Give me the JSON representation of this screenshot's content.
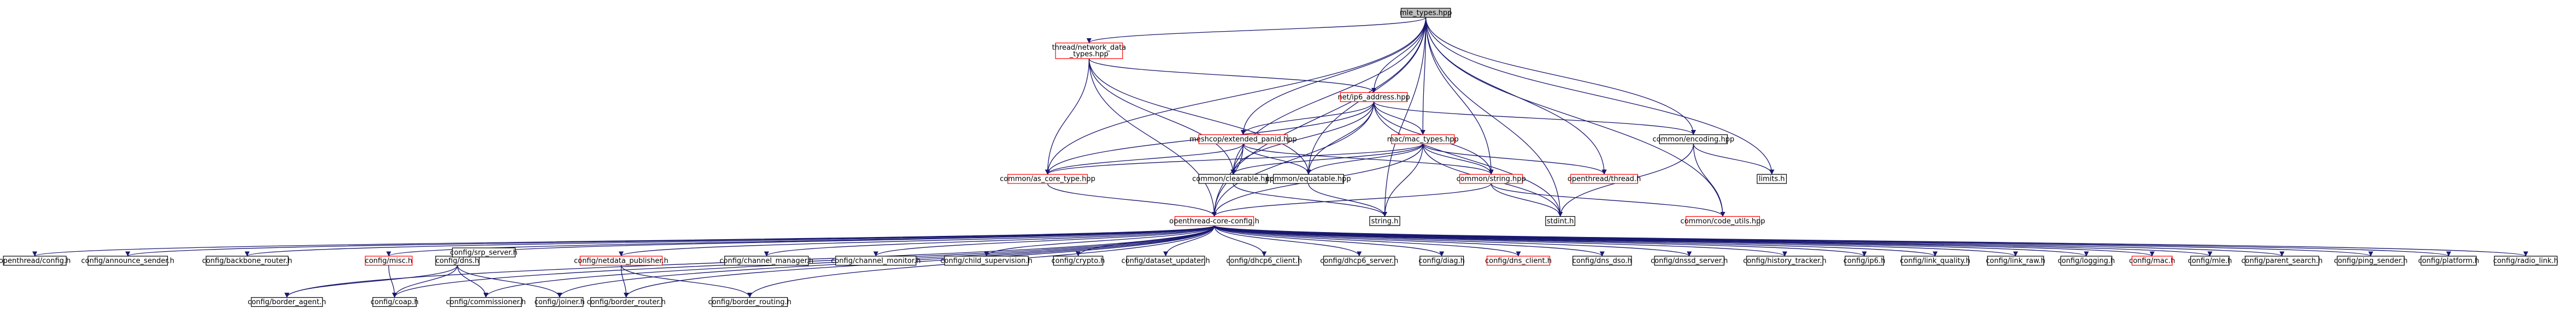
{
  "colors": {
    "edge": "#191970",
    "node_border": "#000000",
    "missing_border": "#ff0000",
    "root_fill": "#bfbfbf",
    "node_fill": "#ffffff"
  },
  "nodes": [
    {
      "id": "mle_types",
      "label": "mle_types.hpp",
      "style": "root"
    },
    {
      "id": "thread_network_data_types",
      "label": "thread/network_data\n_types.hpp",
      "style": "missing"
    },
    {
      "id": "net_ip6_address",
      "label": "net/ip6_address.hpp",
      "style": "missing"
    },
    {
      "id": "meshcop_extended_panid",
      "label": "meshcop/extended_panid.hpp",
      "style": "missing"
    },
    {
      "id": "mac_mac_types",
      "label": "mac/mac_types.hpp",
      "style": "missing"
    },
    {
      "id": "common_encoding",
      "label": "common/encoding.hpp",
      "style": "normal"
    },
    {
      "id": "common_as_core_type",
      "label": "common/as_core_type.hpp",
      "style": "missing"
    },
    {
      "id": "common_clearable",
      "label": "common/clearable.hpp",
      "style": "normal"
    },
    {
      "id": "common_equatable",
      "label": "common/equatable.hpp",
      "style": "normal"
    },
    {
      "id": "common_string",
      "label": "common/string.hpp",
      "style": "missing"
    },
    {
      "id": "openthread_thread",
      "label": "openthread/thread.h",
      "style": "missing"
    },
    {
      "id": "limits_h",
      "label": "limits.h",
      "style": "normal"
    },
    {
      "id": "openthread_core_config",
      "label": "openthread-core-config.h",
      "style": "missing"
    },
    {
      "id": "string_h",
      "label": "string.h",
      "style": "normal"
    },
    {
      "id": "stdint_h",
      "label": "stdint.h",
      "style": "normal"
    },
    {
      "id": "common_code_utils",
      "label": "common/code_utils.hpp",
      "style": "missing"
    },
    {
      "id": "openthread_config",
      "label": "openthread/config.h",
      "style": "normal"
    },
    {
      "id": "config_announce_sender",
      "label": "config/announce_sender.h",
      "style": "normal"
    },
    {
      "id": "config_backbone_router",
      "label": "config/backbone_router.h",
      "style": "normal"
    },
    {
      "id": "config_misc",
      "label": "config/misc.h",
      "style": "missing"
    },
    {
      "id": "config_dns",
      "label": "config/dns.h",
      "style": "normal"
    },
    {
      "id": "config_netdata_publisher",
      "label": "config/netdata_publisher.h",
      "style": "missing"
    },
    {
      "id": "config_channel_manager",
      "label": "config/channel_manager.h",
      "style": "normal"
    },
    {
      "id": "config_channel_monitor",
      "label": "config/channel_monitor.h",
      "style": "normal"
    },
    {
      "id": "config_child_supervision",
      "label": "config/child_supervision.h",
      "style": "normal"
    },
    {
      "id": "config_crypto",
      "label": "config/crypto.h",
      "style": "normal"
    },
    {
      "id": "config_dataset_updater",
      "label": "config/dataset_updater.h",
      "style": "normal"
    },
    {
      "id": "config_dhcp6_client",
      "label": "config/dhcp6_client.h",
      "style": "normal"
    },
    {
      "id": "config_dhcp6_server",
      "label": "config/dhcp6_server.h",
      "style": "normal"
    },
    {
      "id": "config_diag",
      "label": "config/diag.h",
      "style": "normal"
    },
    {
      "id": "config_dns_client",
      "label": "config/dns_client.h",
      "style": "missing"
    },
    {
      "id": "config_dns_dso",
      "label": "config/dns_dso.h",
      "style": "normal"
    },
    {
      "id": "config_dnssd_server",
      "label": "config/dnssd_server.h",
      "style": "normal"
    },
    {
      "id": "config_history_tracker",
      "label": "config/history_tracker.h",
      "style": "normal"
    },
    {
      "id": "config_ip6",
      "label": "config/ip6.h",
      "style": "normal"
    },
    {
      "id": "config_link_quality",
      "label": "config/link_quality.h",
      "style": "normal"
    },
    {
      "id": "config_link_raw",
      "label": "config/link_raw.h",
      "style": "normal"
    },
    {
      "id": "config_logging",
      "label": "config/logging.h",
      "style": "normal"
    },
    {
      "id": "config_mac",
      "label": "config/mac.h",
      "style": "missing"
    },
    {
      "id": "config_mle",
      "label": "config/mle.h",
      "style": "normal"
    },
    {
      "id": "config_parent_search",
      "label": "config/parent_search.h",
      "style": "normal"
    },
    {
      "id": "config_ping_sender",
      "label": "config/ping_sender.h",
      "style": "normal"
    },
    {
      "id": "config_platform",
      "label": "config/platform.h",
      "style": "normal"
    },
    {
      "id": "config_radio_link",
      "label": "config/radio_link.h",
      "style": "normal"
    },
    {
      "id": "config_border_agent",
      "label": "config/border_agent.h",
      "style": "normal"
    },
    {
      "id": "config_coap",
      "label": "config/coap.h",
      "style": "normal"
    },
    {
      "id": "config_commissioner",
      "label": "config/commissioner.h",
      "style": "normal"
    },
    {
      "id": "config_joiner",
      "label": "config/joiner.h",
      "style": "normal"
    },
    {
      "id": "config_srp_server",
      "label": "config/srp_server.h",
      "style": "normal"
    },
    {
      "id": "config_border_router",
      "label": "config/border_router.h",
      "style": "normal"
    },
    {
      "id": "config_border_routing",
      "label": "config/border_routing.h",
      "style": "normal"
    }
  ],
  "edges": [
    [
      "mle_types",
      "thread_network_data_types"
    ],
    [
      "mle_types",
      "net_ip6_address"
    ],
    [
      "mle_types",
      "meshcop_extended_panid"
    ],
    [
      "mle_types",
      "mac_mac_types"
    ],
    [
      "mle_types",
      "common_encoding"
    ],
    [
      "mle_types",
      "common_as_core_type"
    ],
    [
      "mle_types",
      "common_clearable"
    ],
    [
      "mle_types",
      "common_equatable"
    ],
    [
      "mle_types",
      "common_string"
    ],
    [
      "mle_types",
      "openthread_thread"
    ],
    [
      "mle_types",
      "limits_h"
    ],
    [
      "mle_types",
      "openthread_core_config"
    ],
    [
      "mle_types",
      "string_h"
    ],
    [
      "mle_types",
      "stdint_h"
    ],
    [
      "mle_types",
      "common_code_utils"
    ],
    [
      "thread_network_data_types",
      "net_ip6_address"
    ],
    [
      "thread_network_data_types",
      "common_as_core_type"
    ],
    [
      "thread_network_data_types",
      "common_clearable"
    ],
    [
      "thread_network_data_types",
      "common_equatable"
    ],
    [
      "thread_network_data_types",
      "openthread_core_config"
    ],
    [
      "net_ip6_address",
      "meshcop_extended_panid"
    ],
    [
      "net_ip6_address",
      "mac_mac_types"
    ],
    [
      "net_ip6_address",
      "common_encoding"
    ],
    [
      "net_ip6_address",
      "common_as_core_type"
    ],
    [
      "net_ip6_address",
      "common_clearable"
    ],
    [
      "net_ip6_address",
      "common_equatable"
    ],
    [
      "net_ip6_address",
      "common_string"
    ],
    [
      "net_ip6_address",
      "openthread_core_config"
    ],
    [
      "net_ip6_address",
      "stdint_h"
    ],
    [
      "meshcop_extended_panid",
      "common_as_core_type"
    ],
    [
      "meshcop_extended_panid",
      "common_clearable"
    ],
    [
      "meshcop_extended_panid",
      "common_equatable"
    ],
    [
      "meshcop_extended_panid",
      "common_string"
    ],
    [
      "meshcop_extended_panid",
      "openthread_core_config"
    ],
    [
      "mac_mac_types",
      "common_as_core_type"
    ],
    [
      "mac_mac_types",
      "common_clearable"
    ],
    [
      "mac_mac_types",
      "common_equatable"
    ],
    [
      "mac_mac_types",
      "common_string"
    ],
    [
      "mac_mac_types",
      "openthread_thread"
    ],
    [
      "mac_mac_types",
      "openthread_core_config"
    ],
    [
      "mac_mac_types",
      "string_h"
    ],
    [
      "mac_mac_types",
      "stdint_h"
    ],
    [
      "common_encoding",
      "limits_h"
    ],
    [
      "common_encoding",
      "stdint_h"
    ],
    [
      "common_encoding",
      "common_code_utils"
    ],
    [
      "common_as_core_type",
      "openthread_core_config"
    ],
    [
      "common_clearable",
      "string_h"
    ],
    [
      "common_equatable",
      "string_h"
    ],
    [
      "common_string",
      "openthread_core_config"
    ],
    [
      "common_string",
      "stdint_h"
    ],
    [
      "common_string",
      "common_code_utils"
    ],
    [
      "openthread_core_config",
      "openthread_config"
    ],
    [
      "openthread_core_config",
      "config_announce_sender"
    ],
    [
      "openthread_core_config",
      "config_backbone_router"
    ],
    [
      "openthread_core_config",
      "config_misc"
    ],
    [
      "openthread_core_config",
      "config_dns"
    ],
    [
      "openthread_core_config",
      "config_netdata_publisher"
    ],
    [
      "openthread_core_config",
      "config_channel_manager"
    ],
    [
      "openthread_core_config",
      "config_channel_monitor"
    ],
    [
      "openthread_core_config",
      "config_child_supervision"
    ],
    [
      "openthread_core_config",
      "config_crypto"
    ],
    [
      "openthread_core_config",
      "config_dataset_updater"
    ],
    [
      "openthread_core_config",
      "config_dhcp6_client"
    ],
    [
      "openthread_core_config",
      "config_dhcp6_server"
    ],
    [
      "openthread_core_config",
      "config_diag"
    ],
    [
      "openthread_core_config",
      "config_dns_client"
    ],
    [
      "openthread_core_config",
      "config_dns_dso"
    ],
    [
      "openthread_core_config",
      "config_dnssd_server"
    ],
    [
      "openthread_core_config",
      "config_history_tracker"
    ],
    [
      "openthread_core_config",
      "config_ip6"
    ],
    [
      "openthread_core_config",
      "config_link_quality"
    ],
    [
      "openthread_core_config",
      "config_link_raw"
    ],
    [
      "openthread_core_config",
      "config_logging"
    ],
    [
      "openthread_core_config",
      "config_mac"
    ],
    [
      "openthread_core_config",
      "config_mle"
    ],
    [
      "openthread_core_config",
      "config_parent_search"
    ],
    [
      "openthread_core_config",
      "config_ping_sender"
    ],
    [
      "openthread_core_config",
      "config_platform"
    ],
    [
      "openthread_core_config",
      "config_radio_link"
    ],
    [
      "openthread_core_config",
      "config_border_agent"
    ],
    [
      "openthread_core_config",
      "config_coap"
    ],
    [
      "openthread_core_config",
      "config_commissioner"
    ],
    [
      "openthread_core_config",
      "config_joiner"
    ],
    [
      "openthread_core_config",
      "config_border_router"
    ],
    [
      "openthread_core_config",
      "config_border_routing"
    ],
    [
      "config_misc",
      "config_coap"
    ],
    [
      "config_dns",
      "config_border_agent"
    ],
    [
      "config_dns",
      "config_coap"
    ],
    [
      "config_dns",
      "config_commissioner"
    ],
    [
      "config_dns",
      "config_joiner"
    ],
    [
      "config_dns",
      "config_srp_server"
    ],
    [
      "config_netdata_publisher",
      "config_border_router"
    ],
    [
      "config_netdata_publisher",
      "config_border_routing"
    ]
  ]
}
